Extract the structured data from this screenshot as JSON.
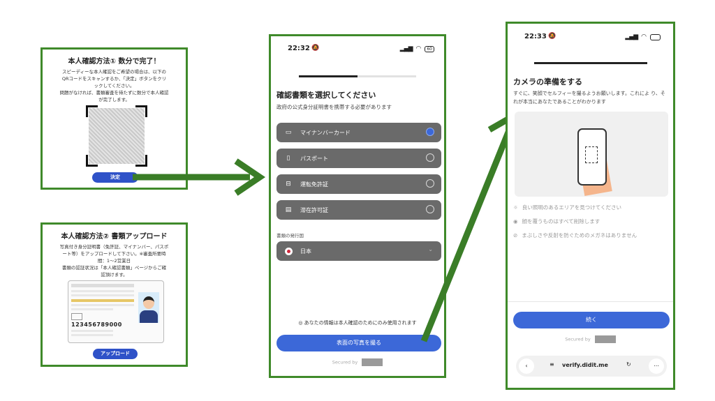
{
  "method1": {
    "title": "本人確認方法① 数分で完了！",
    "desc": [
      "スピーディーな本人確認をご希望の場合は、以下の",
      "QRコードをスキャンするか、「決定」ボタンをクリ",
      "ックしてください。",
      "問題がなければ、書類審査を待たずに数分で本人確認",
      "が完了します。"
    ],
    "button": "決定"
  },
  "method2": {
    "title": "本人確認方法② 書類アップロード",
    "desc": [
      "写真付き身分証明書（免許証、マイナンバー、パスポ",
      "ート等）をアップロードして下さい。※審査所要時",
      "間：1～2営業日",
      "書類の認証状況は「本人確認書類」ページからご確",
      "認頂けます。"
    ],
    "link_text": "本人確認書類",
    "card_number": "123456789000",
    "button": "アップロード"
  },
  "phone1": {
    "time": "22:32",
    "battery": "60",
    "title": "確認書類を選択してください",
    "subtitle": "政府の公式身分証明書を携帯する必要があります",
    "options": [
      {
        "label": "マイナンバーカード",
        "icon": "id-card-icon",
        "selected": true
      },
      {
        "label": "パスポート",
        "icon": "passport-icon",
        "selected": false
      },
      {
        "label": "運転免許証",
        "icon": "car-icon",
        "selected": false
      },
      {
        "label": "滞在許可証",
        "icon": "residence-card-icon",
        "selected": false
      }
    ],
    "country_label": "書類の発行国",
    "country": "日本",
    "info": "あなたの情報は本人確認のためにのみ使用されます",
    "button": "表面の写真を撮る",
    "secured": "Secured by"
  },
  "phone2": {
    "time": "22:33",
    "title": "カメラの準備をする",
    "subtitle": "すぐに、笑顔でセルフィーを撮るようお願いします。これによ り、それが本当にあなたであることがわかります",
    "hints": [
      {
        "icon": "sun-icon",
        "text": "良い照明のあるエリアを見つけてください"
      },
      {
        "icon": "eye-icon",
        "text": "顔を覆うものはすべて削除します"
      },
      {
        "icon": "no-glasses-icon",
        "text": "まぶしさや反射を防ぐためのメガネはありません"
      }
    ],
    "button": "続く",
    "secured": "Secured by",
    "url": "verify.didit.me"
  },
  "colors": {
    "frame": "#3f8a2a",
    "primary": "#2f52c8",
    "option": "#6a6a6a"
  }
}
